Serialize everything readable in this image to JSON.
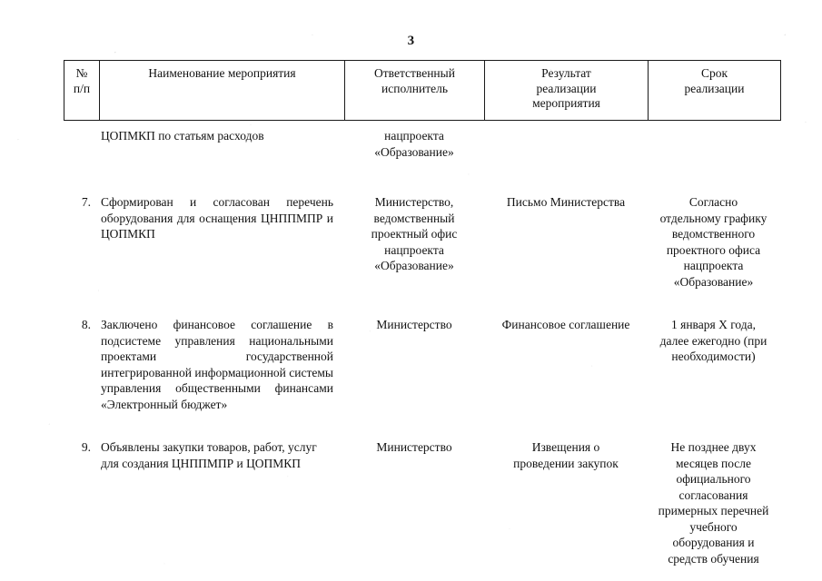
{
  "document": {
    "page_number": "3",
    "text_color": "#121212",
    "border_color": "#1a1a1a"
  },
  "table": {
    "headers": {
      "num_line1": "№",
      "num_line2": "п/п",
      "name": "Наименование мероприятия",
      "responsible_line1": "Ответственный",
      "responsible_line2": "исполнитель",
      "result_line1": "Результат",
      "result_line2": "реализации",
      "result_line3": "мероприятия",
      "term_line1": "Срок",
      "term_line2": "реализации"
    },
    "continued_row": {
      "num": "",
      "name": "ЦОПМКП по статьям расходов",
      "responsible": "нацпроекта\n«Образование»",
      "result": "",
      "term": ""
    },
    "rows": [
      {
        "num": "7.",
        "name": "Сформирован и согласован перечень оборудования для оснащения ЦНППМПР и ЦОПМКП",
        "responsible": "Министерство,\nведомственный\nпроектный офис\nнацпроекта\n«Образование»",
        "result": "Письмо Министерства",
        "term": "Согласно\nотдельному графику\nведомственного\nпроектного офиса\nнацпроекта\n«Образование»"
      },
      {
        "num": "8.",
        "name": "Заключено финансовое соглашение в подсистеме управления национальными проектами государственной интегрированной информационной системы управления общественными финансами «Электронный бюджет»",
        "responsible": "Министерство",
        "result": "Финансовое соглашение",
        "term": "1 января Х года,\nдалее ежегодно (при\nнеобходимости)"
      },
      {
        "num": "9.",
        "name": "Объявлены закупки товаров, работ, услуг для создания ЦНППМПР и ЦОПМКП",
        "responsible": "Министерство",
        "result": "Извещения о\nпроведении закупок",
        "term": "Не позднее двух\nмесяцев после\nофициального\nсогласования\nпримерных перечней\nучебного\nоборудования и\nсредств обучения"
      }
    ]
  }
}
